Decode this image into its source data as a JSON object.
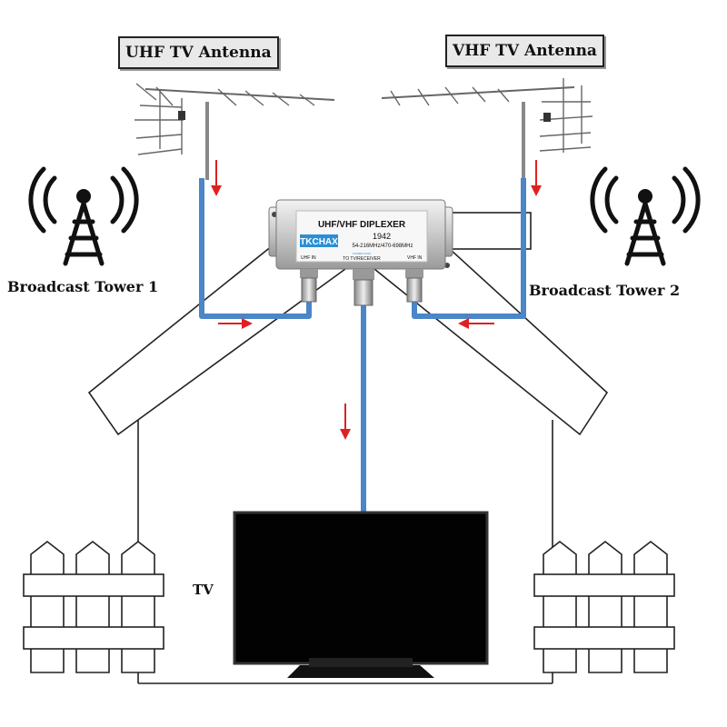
{
  "labels": {
    "uhf_antenna": "UHF TV Antenna",
    "vhf_antenna": "VHF TV Antenna",
    "tower1": "Broadcast Tower 1",
    "tower2": "Broadcast Tower 2",
    "tv": "TV"
  },
  "diplexer": {
    "brand": "TKCHAX",
    "title": "UHF/VHF DIPLEXER",
    "model": "1942",
    "freq": "54-216MHz/470-698MHz",
    "uhf_in": "UHF IN",
    "power_pass": "POWER PASS",
    "to_tv": "TO TV/RECEIVER",
    "vhf_in": "VHF IN"
  },
  "colors": {
    "cable": "#4a86c8",
    "arrow": "#e02020",
    "brand_bg": "#2a8fd6",
    "outline": "#222222"
  }
}
